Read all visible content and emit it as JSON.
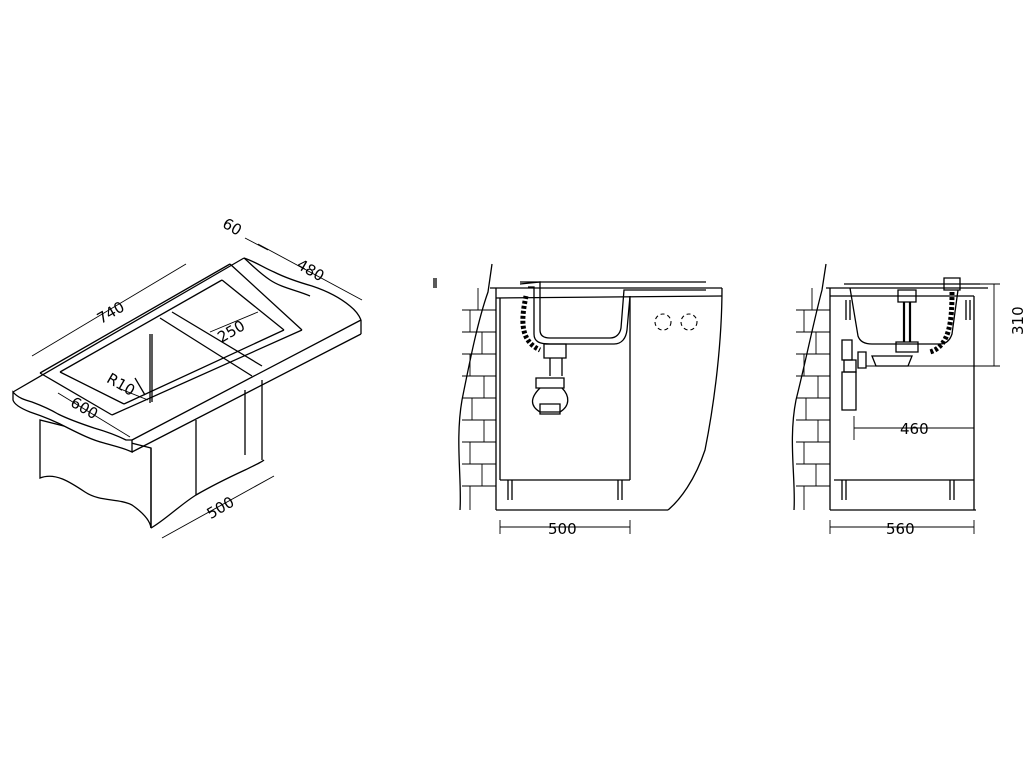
{
  "isometric_view": {
    "dim_overall_length": "740",
    "dim_drainer_width": "60",
    "dim_bowl_length": "480",
    "dim_drainer_length": "250",
    "dim_corner_radius": "R10",
    "dim_top_depth": "600",
    "dim_cabinet_width": "500"
  },
  "side_view": {
    "dim_cabinet_width": "500"
  },
  "front_view": {
    "dim_height": "310",
    "dim_drain_offset": "460",
    "dim_total_width": "560"
  }
}
